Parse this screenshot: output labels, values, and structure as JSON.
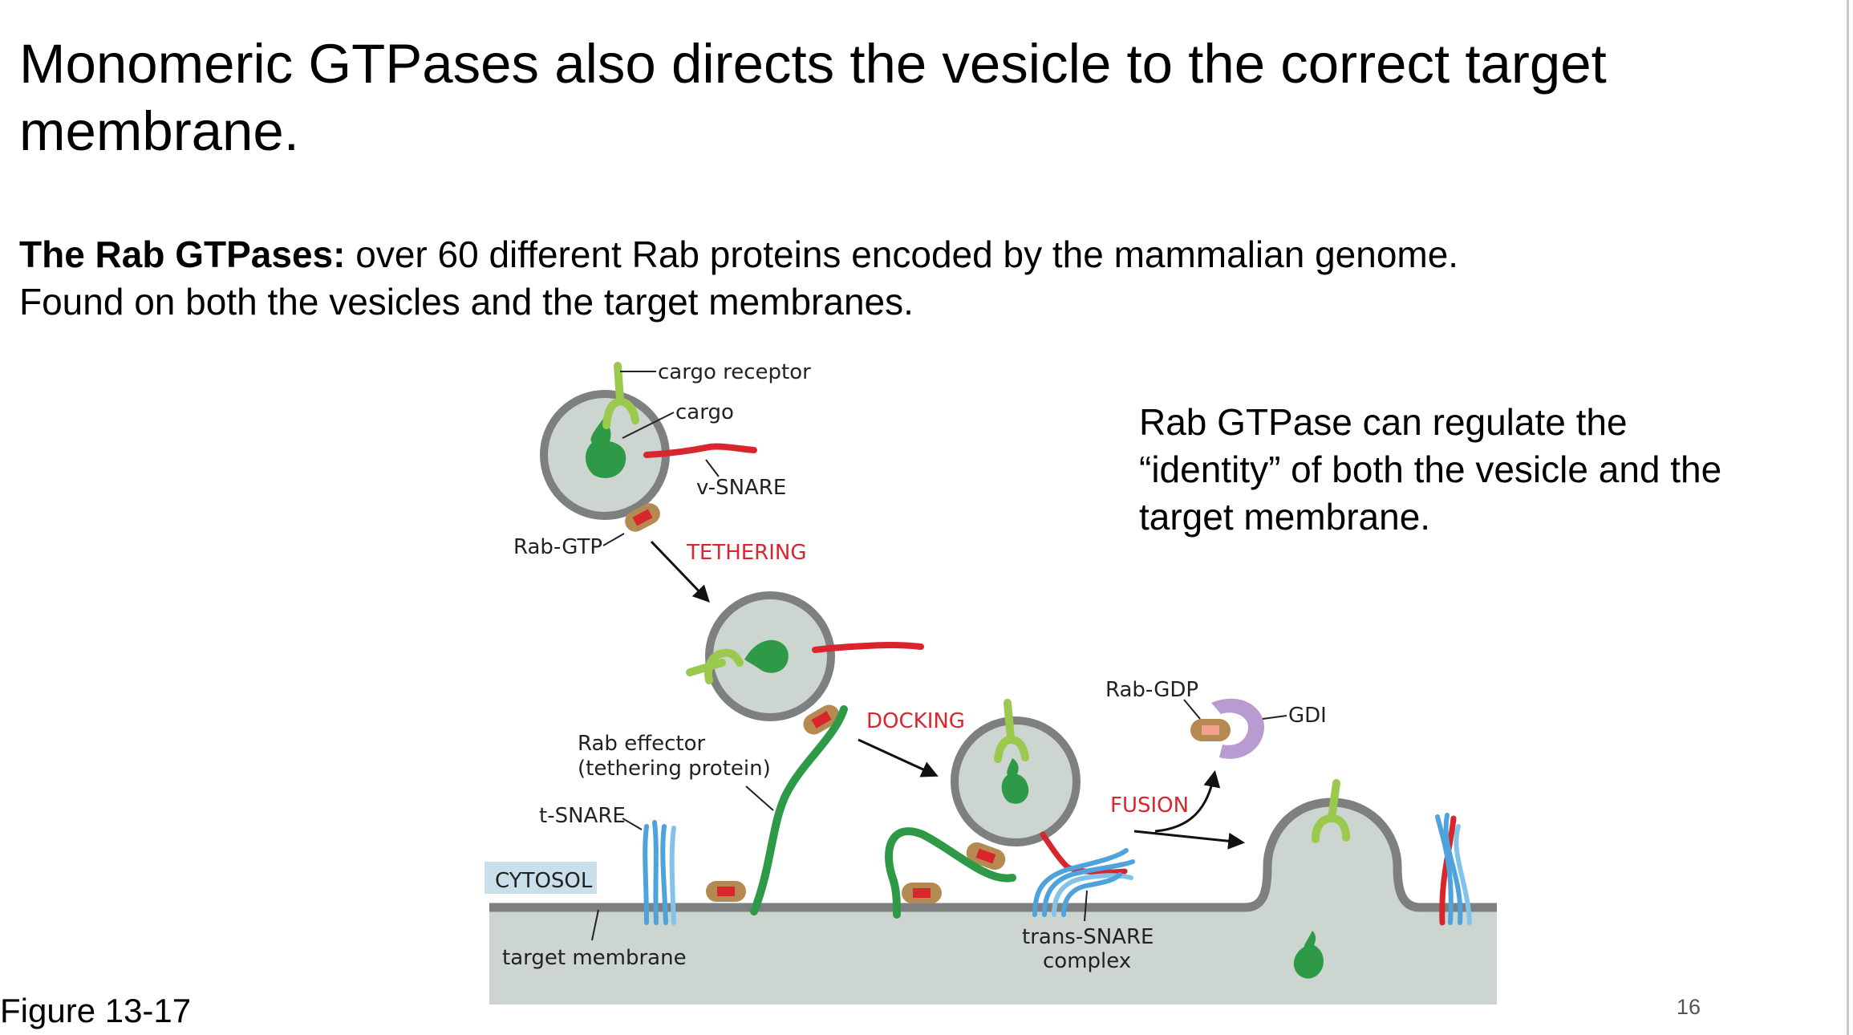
{
  "slide": {
    "title": "Monomeric GTPases also directs the vesicle to the correct target membrane.",
    "intro_bold": "The Rab GTPases:",
    "intro_rest": " over 60 different Rab proteins encoded by the mammalian genome.",
    "intro_line2": "Found on both the vesicles and the target membranes.",
    "side_note": "Rab GTPase can regulate the “identity” of both the vesicle and the target membrane.",
    "figure_label": "Figure 13-17",
    "page_number": "16"
  },
  "diagram": {
    "labels": {
      "cargo_receptor": "cargo receptor",
      "cargo": "cargo",
      "v_snare": "v-SNARE",
      "rab_gtp": "Rab-GTP",
      "tethering": "TETHERING",
      "docking": "DOCKING",
      "rab_effector_1": "Rab effector",
      "rab_effector_2": "(tethering protein)",
      "t_snare": "t-SNARE",
      "cytosol": "CYTOSOL",
      "target_membrane": "target membrane",
      "rab_gdp": "Rab-GDP",
      "gdi": "GDI",
      "fusion": "FUSION",
      "trans_snare_1": "trans-SNARE",
      "trans_snare_2": "complex"
    },
    "colors": {
      "vesicle_fill": "#ccd5cf",
      "vesicle_rim": "#7d7f80",
      "membrane": "#7d7f80",
      "lumen": "#ccd5cf",
      "cargo": "#2e9a47",
      "cargo_receptor": "#9bc94d",
      "v_snare": "#d8262c",
      "t_snare": "#4ea3dc",
      "rab": "#b58a52",
      "rab_gtp_core": "#d8262c",
      "rab_gdp_core": "#f3a08f",
      "rab_effector": "#2e9a47",
      "gdi": "#b89bd0",
      "label_red": "#d8262c",
      "cytosol_box": "#c9dfe9"
    }
  }
}
